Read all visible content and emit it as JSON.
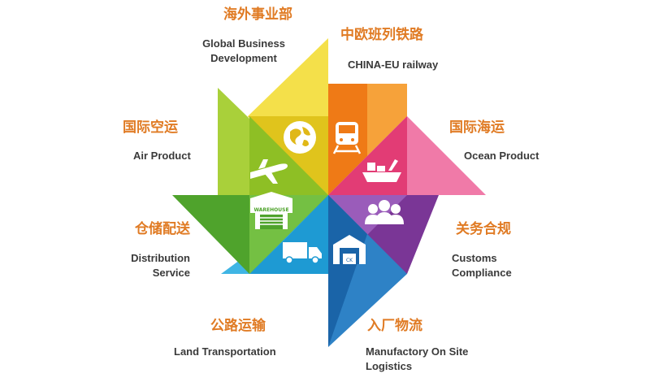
{
  "services": [
    {
      "id": "global-business",
      "cn": "海外事业部",
      "en": "Global Business\nDevelopment",
      "icon": "globe-icon",
      "color": "#f0d230"
    },
    {
      "id": "china-eu-railway",
      "cn": "中欧班列铁路",
      "en": "CHINA-EU railway",
      "icon": "train-icon",
      "color": "#f08a1e"
    },
    {
      "id": "ocean-product",
      "cn": "国际海运",
      "en": "Ocean Product",
      "icon": "ship-icon",
      "color": "#e8457e"
    },
    {
      "id": "customs-compliance",
      "cn": "关务合规",
      "en": "Customs\nCompliance",
      "icon": "people-icon",
      "color": "#8c44a8"
    },
    {
      "id": "manufactory-logistics",
      "cn": "入厂物流",
      "en": "Manufactory On Site\nLogistics",
      "icon": "factory-icon",
      "color": "#1f6eb6"
    },
    {
      "id": "land-transportation",
      "cn": "公路运输",
      "en": "Land Transportation",
      "icon": "truck-icon",
      "color": "#1ea0d8"
    },
    {
      "id": "distribution-service",
      "cn": "仓储配送",
      "en": "Distribution\nService",
      "icon": "warehouse-icon",
      "color": "#5fb132"
    },
    {
      "id": "air-product",
      "cn": "国际空运",
      "en": "Air Product",
      "icon": "airplane-icon",
      "color": "#9ecb2f"
    }
  ],
  "icon_text": {
    "warehouse": "WAREHOUSE",
    "factory": "CK"
  }
}
